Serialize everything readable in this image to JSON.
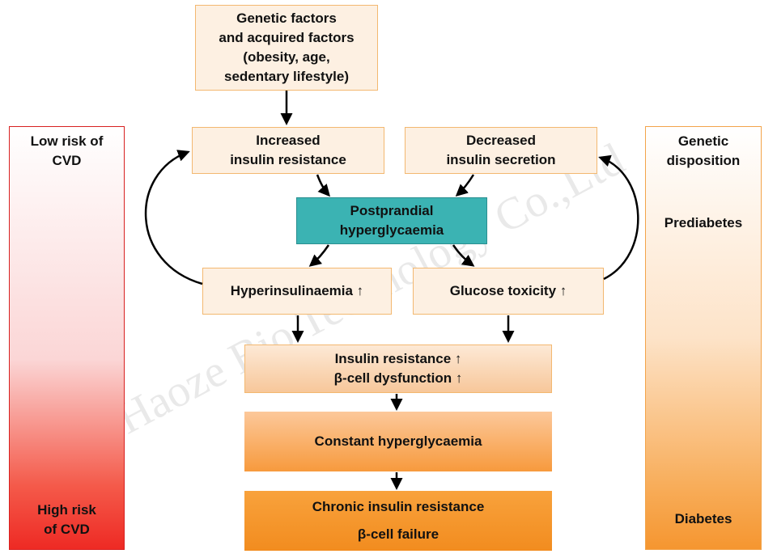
{
  "watermark": "Xi'an Haoze Bio Technology Co.,Ltd",
  "left_bar": {
    "top": [
      "Low risk of",
      "CVD"
    ],
    "bottom": [
      "High risk",
      "of CVD"
    ]
  },
  "right_bar": {
    "top": [
      "Genetic",
      "disposition"
    ],
    "middle": "Prediabetes",
    "bottom": "Diabetes"
  },
  "boxes": {
    "factors": [
      "Genetic factors",
      "and acquired factors",
      "(obesity, age,",
      "sedentary lifestyle)"
    ],
    "resistance": [
      "Increased",
      "insulin resistance"
    ],
    "secretion": [
      "Decreased",
      "insulin secretion"
    ],
    "postprandial": [
      "Postprandial",
      "hyperglycaemia"
    ],
    "hyperinsulinaemia": "Hyperinsulinaemia ↑",
    "glucose_toxicity": "Glucose toxicity ↑",
    "resistance_dysfunction": [
      "Insulin resistance ↑",
      "β-cell dysfunction ↑"
    ],
    "constant": "Constant hyperglycaemia",
    "chronic": [
      "Chronic insulin resistance",
      "β-cell failure"
    ]
  },
  "colors": {
    "pale_fill": "#fdf0e2",
    "border": "#f3b870",
    "teal": "#3bb3b3",
    "red": "#ee2a24",
    "orange": "#f28c1f"
  }
}
